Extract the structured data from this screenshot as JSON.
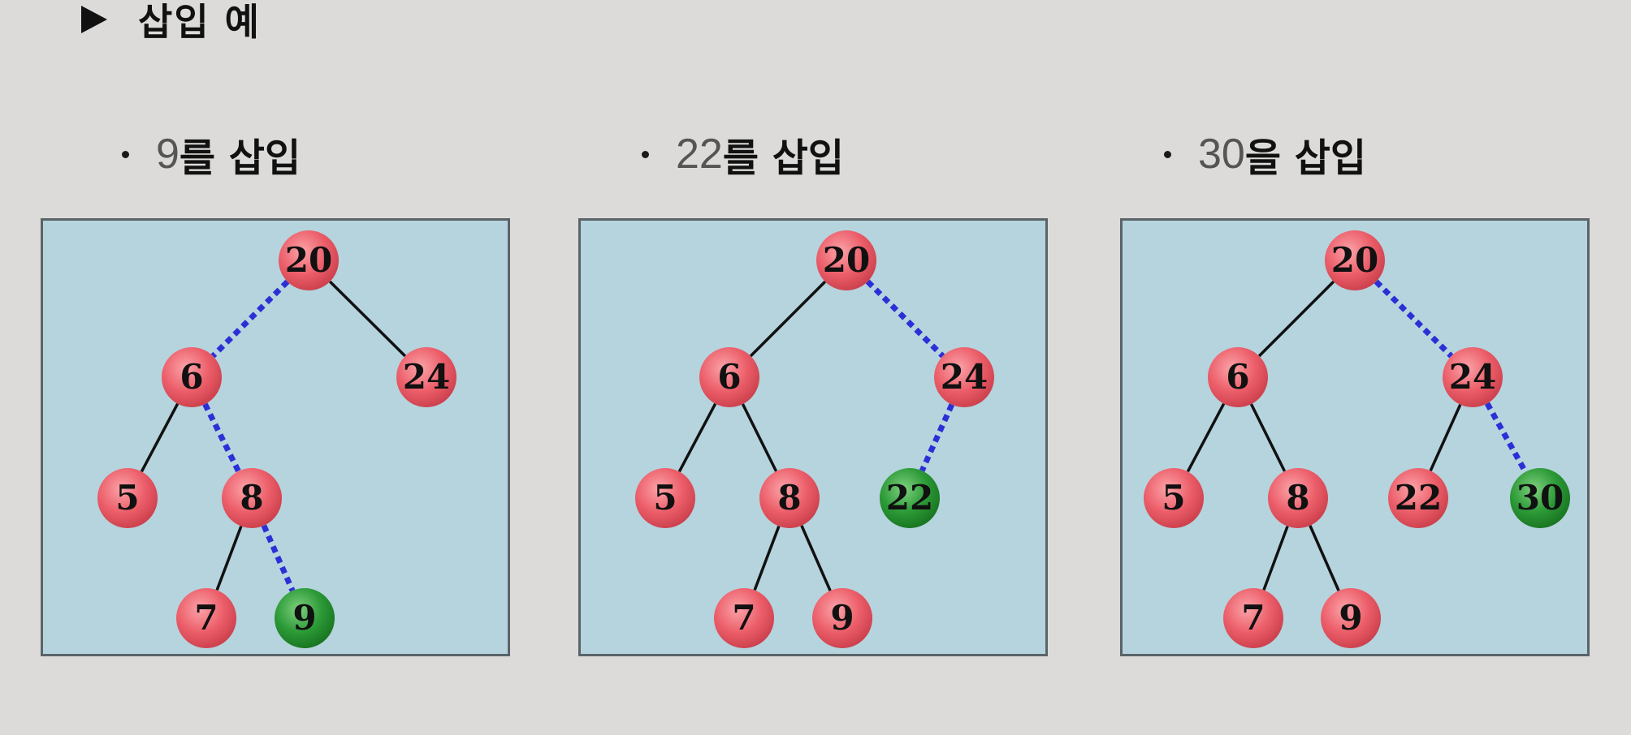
{
  "heading": {
    "marker_icon": "right-triangle-icon",
    "title": "삽입 예"
  },
  "panels": [
    {
      "caption_number": "9",
      "caption_rest": "를 삽입",
      "nodes": [
        {
          "id": "n20",
          "label": "20",
          "color": "red"
        },
        {
          "id": "n6",
          "label": "6",
          "color": "red"
        },
        {
          "id": "n24",
          "label": "24",
          "color": "red"
        },
        {
          "id": "n5",
          "label": "5",
          "color": "red"
        },
        {
          "id": "n8",
          "label": "8",
          "color": "red"
        },
        {
          "id": "n7",
          "label": "7",
          "color": "red"
        },
        {
          "id": "n9",
          "label": "9",
          "color": "green"
        }
      ],
      "edges": [
        {
          "from": "n20",
          "to": "n6",
          "style": "dotted"
        },
        {
          "from": "n20",
          "to": "n24",
          "style": "solid"
        },
        {
          "from": "n6",
          "to": "n5",
          "style": "solid"
        },
        {
          "from": "n6",
          "to": "n8",
          "style": "dotted"
        },
        {
          "from": "n8",
          "to": "n7",
          "style": "solid"
        },
        {
          "from": "n8",
          "to": "n9",
          "style": "dotted"
        }
      ]
    },
    {
      "caption_number": "22",
      "caption_rest": "를 삽입",
      "nodes": [
        {
          "id": "n20",
          "label": "20",
          "color": "red"
        },
        {
          "id": "n6",
          "label": "6",
          "color": "red"
        },
        {
          "id": "n24",
          "label": "24",
          "color": "red"
        },
        {
          "id": "n5",
          "label": "5",
          "color": "red"
        },
        {
          "id": "n8",
          "label": "8",
          "color": "red"
        },
        {
          "id": "n22",
          "label": "22",
          "color": "green"
        },
        {
          "id": "n7",
          "label": "7",
          "color": "red"
        },
        {
          "id": "n9",
          "label": "9",
          "color": "red"
        }
      ],
      "edges": [
        {
          "from": "n20",
          "to": "n6",
          "style": "solid"
        },
        {
          "from": "n20",
          "to": "n24",
          "style": "dotted"
        },
        {
          "from": "n6",
          "to": "n5",
          "style": "solid"
        },
        {
          "from": "n6",
          "to": "n8",
          "style": "solid"
        },
        {
          "from": "n24",
          "to": "n22",
          "style": "dotted"
        },
        {
          "from": "n8",
          "to": "n7",
          "style": "solid"
        },
        {
          "from": "n8",
          "to": "n9",
          "style": "solid"
        }
      ]
    },
    {
      "caption_number": "30",
      "caption_rest": "을 삽입",
      "nodes": [
        {
          "id": "n20",
          "label": "20",
          "color": "red"
        },
        {
          "id": "n6",
          "label": "6",
          "color": "red"
        },
        {
          "id": "n24",
          "label": "24",
          "color": "red"
        },
        {
          "id": "n5",
          "label": "5",
          "color": "red"
        },
        {
          "id": "n8",
          "label": "8",
          "color": "red"
        },
        {
          "id": "n22",
          "label": "22",
          "color": "red"
        },
        {
          "id": "n30",
          "label": "30",
          "color": "green"
        },
        {
          "id": "n7",
          "label": "7",
          "color": "red"
        },
        {
          "id": "n9",
          "label": "9",
          "color": "red"
        }
      ],
      "edges": [
        {
          "from": "n20",
          "to": "n6",
          "style": "solid"
        },
        {
          "from": "n20",
          "to": "n24",
          "style": "dotted"
        },
        {
          "from": "n6",
          "to": "n5",
          "style": "solid"
        },
        {
          "from": "n6",
          "to": "n8",
          "style": "solid"
        },
        {
          "from": "n24",
          "to": "n22",
          "style": "solid"
        },
        {
          "from": "n24",
          "to": "n30",
          "style": "dotted"
        },
        {
          "from": "n8",
          "to": "n7",
          "style": "solid"
        },
        {
          "from": "n8",
          "to": "n9",
          "style": "solid"
        }
      ]
    }
  ],
  "colors": {
    "background": "#dcdbd9",
    "panel_fill": "#b5d4de",
    "panel_border": "#5a6468",
    "node_red": "#ec5f6a",
    "node_green": "#2c9a37",
    "solid_edge": "#111111",
    "dotted_edge": "#2c2fd6"
  }
}
